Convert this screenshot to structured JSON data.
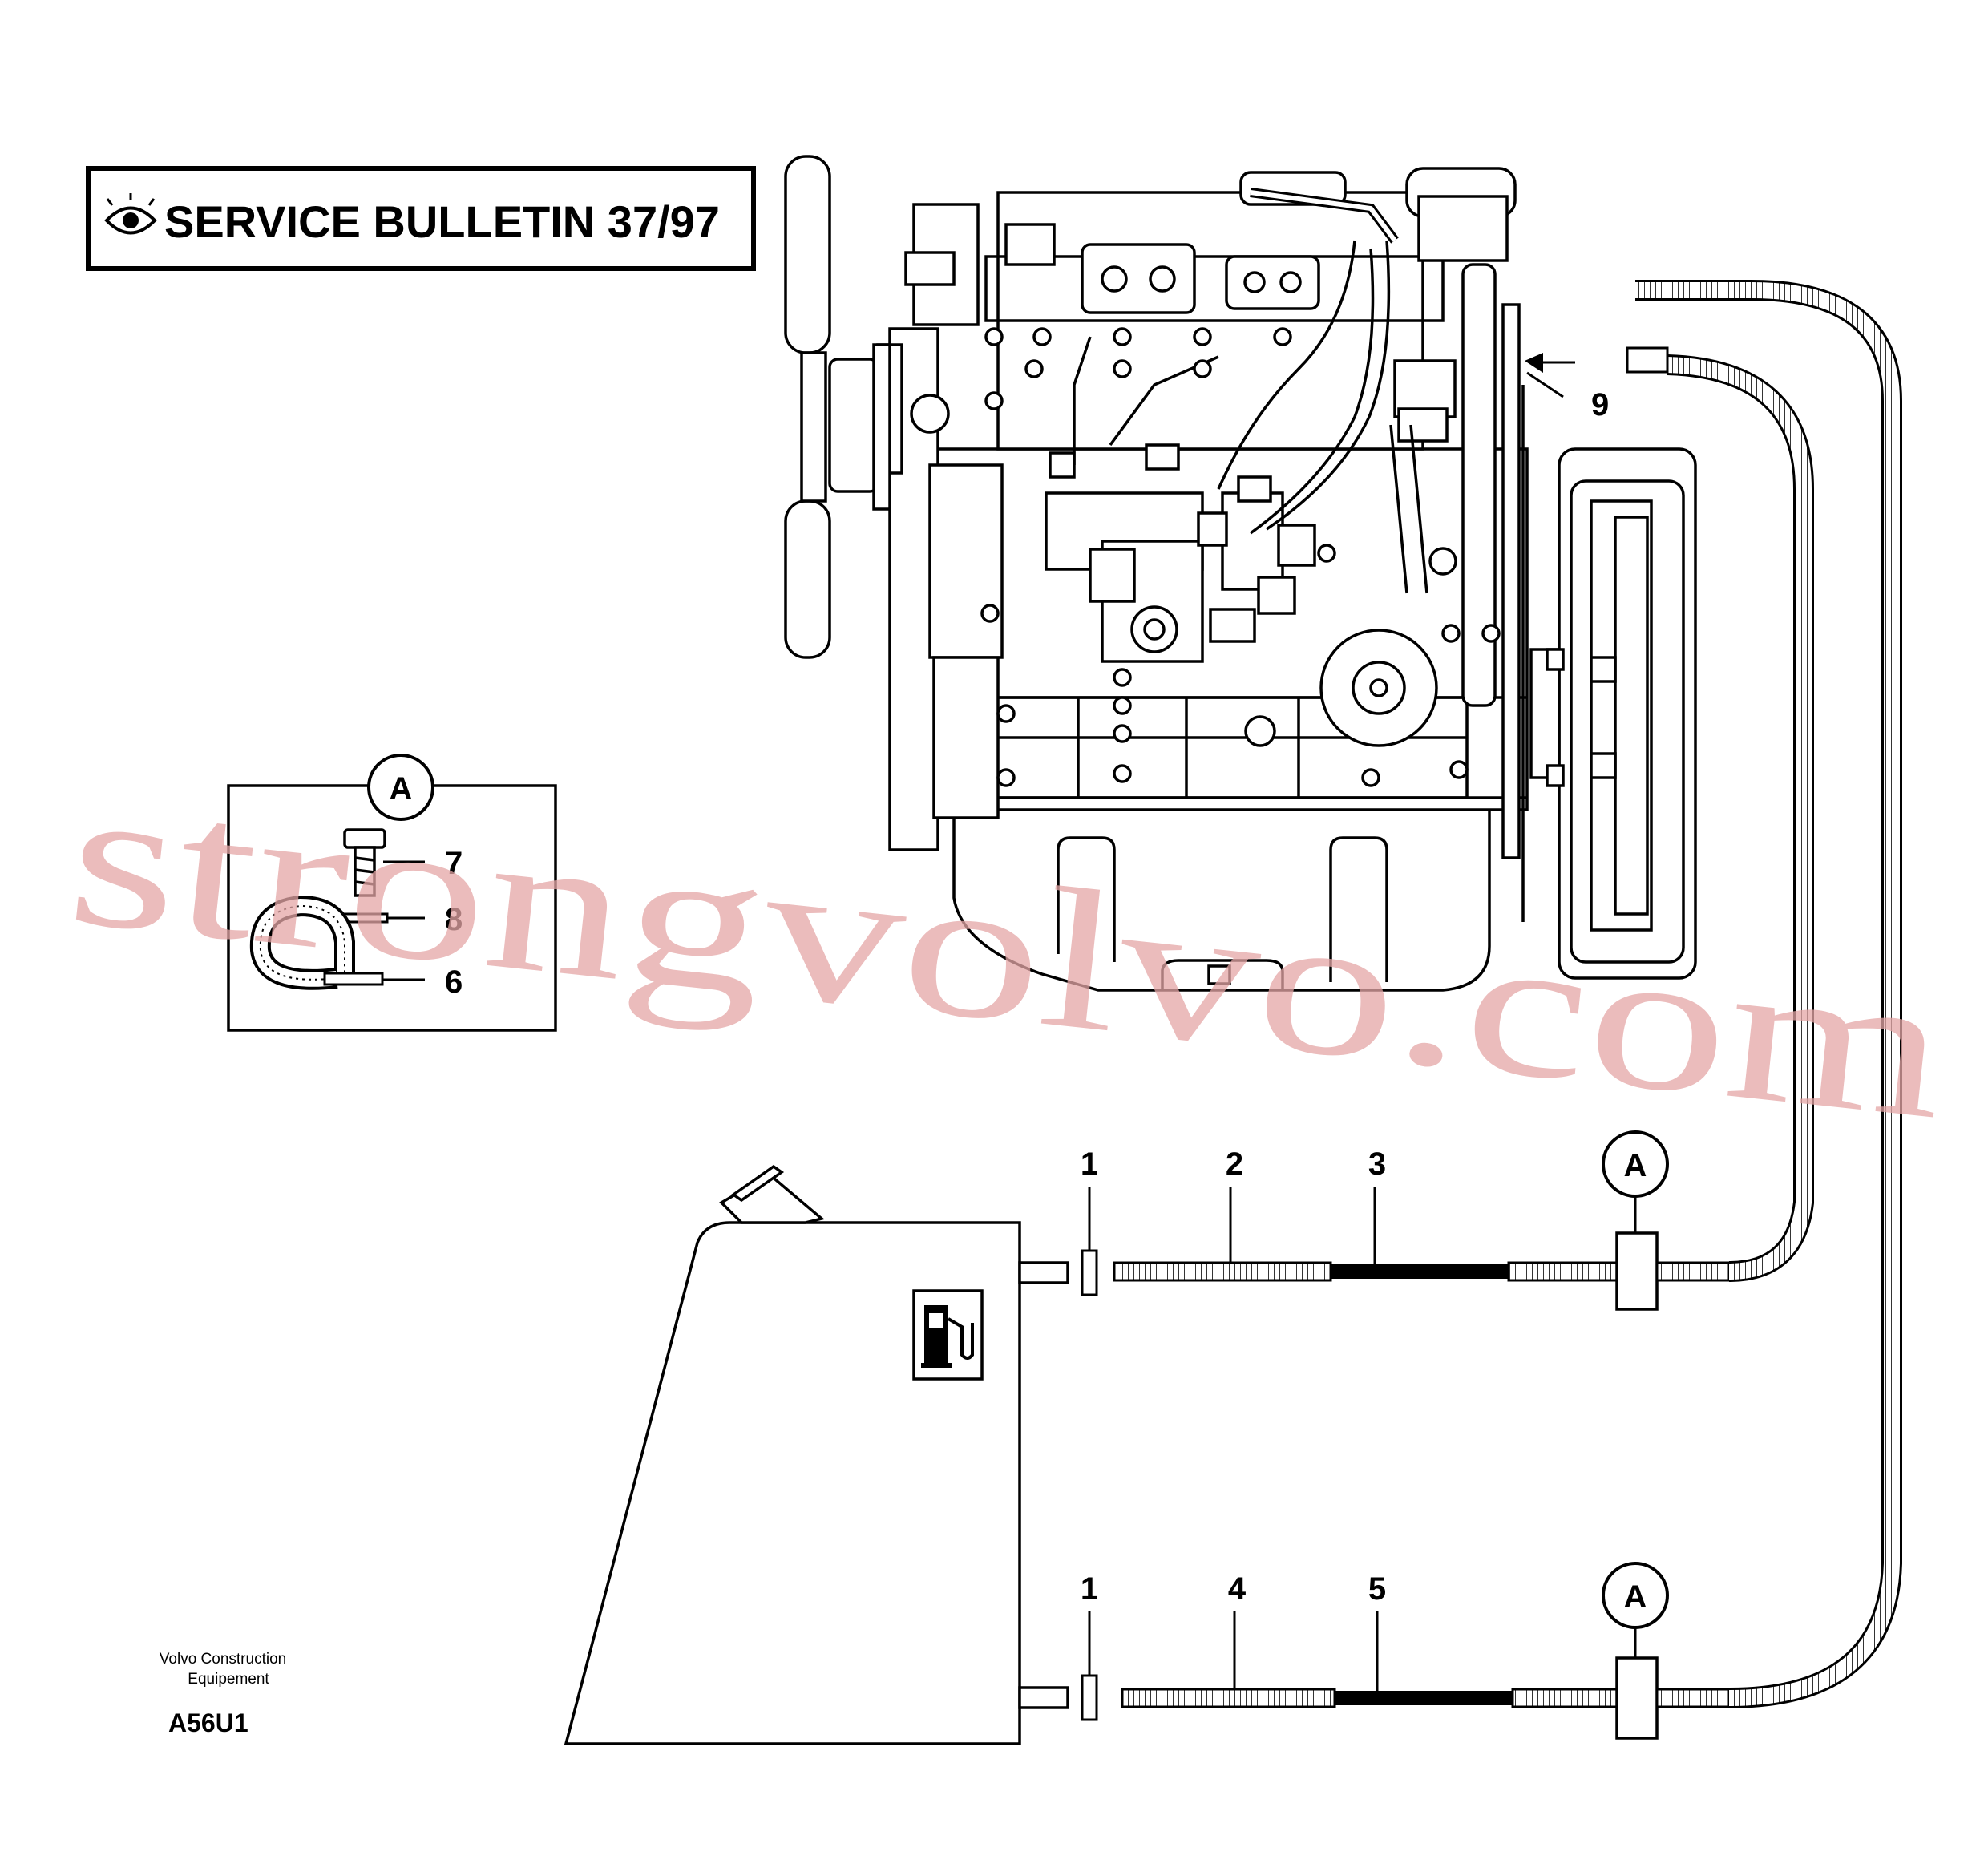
{
  "bulletin": {
    "text": "SERVICE BULLETIN 37/97",
    "icon": "eye-icon"
  },
  "inset": {
    "circle_label": "A",
    "item_labels": [
      "7",
      "8",
      "6"
    ]
  },
  "callouts": {
    "upper_line": [
      "1",
      "2",
      "3"
    ],
    "lower_line": [
      "1",
      "4",
      "5"
    ],
    "engine": "9",
    "detail_refs": [
      "A",
      "A"
    ]
  },
  "footer": {
    "company_line1": "Volvo Construction",
    "company_line2": "Equipement",
    "code": "A56U1"
  },
  "watermark": "strongvolvo.com",
  "colors": {
    "line": "#000000",
    "watermark": "#e5a6a6"
  }
}
